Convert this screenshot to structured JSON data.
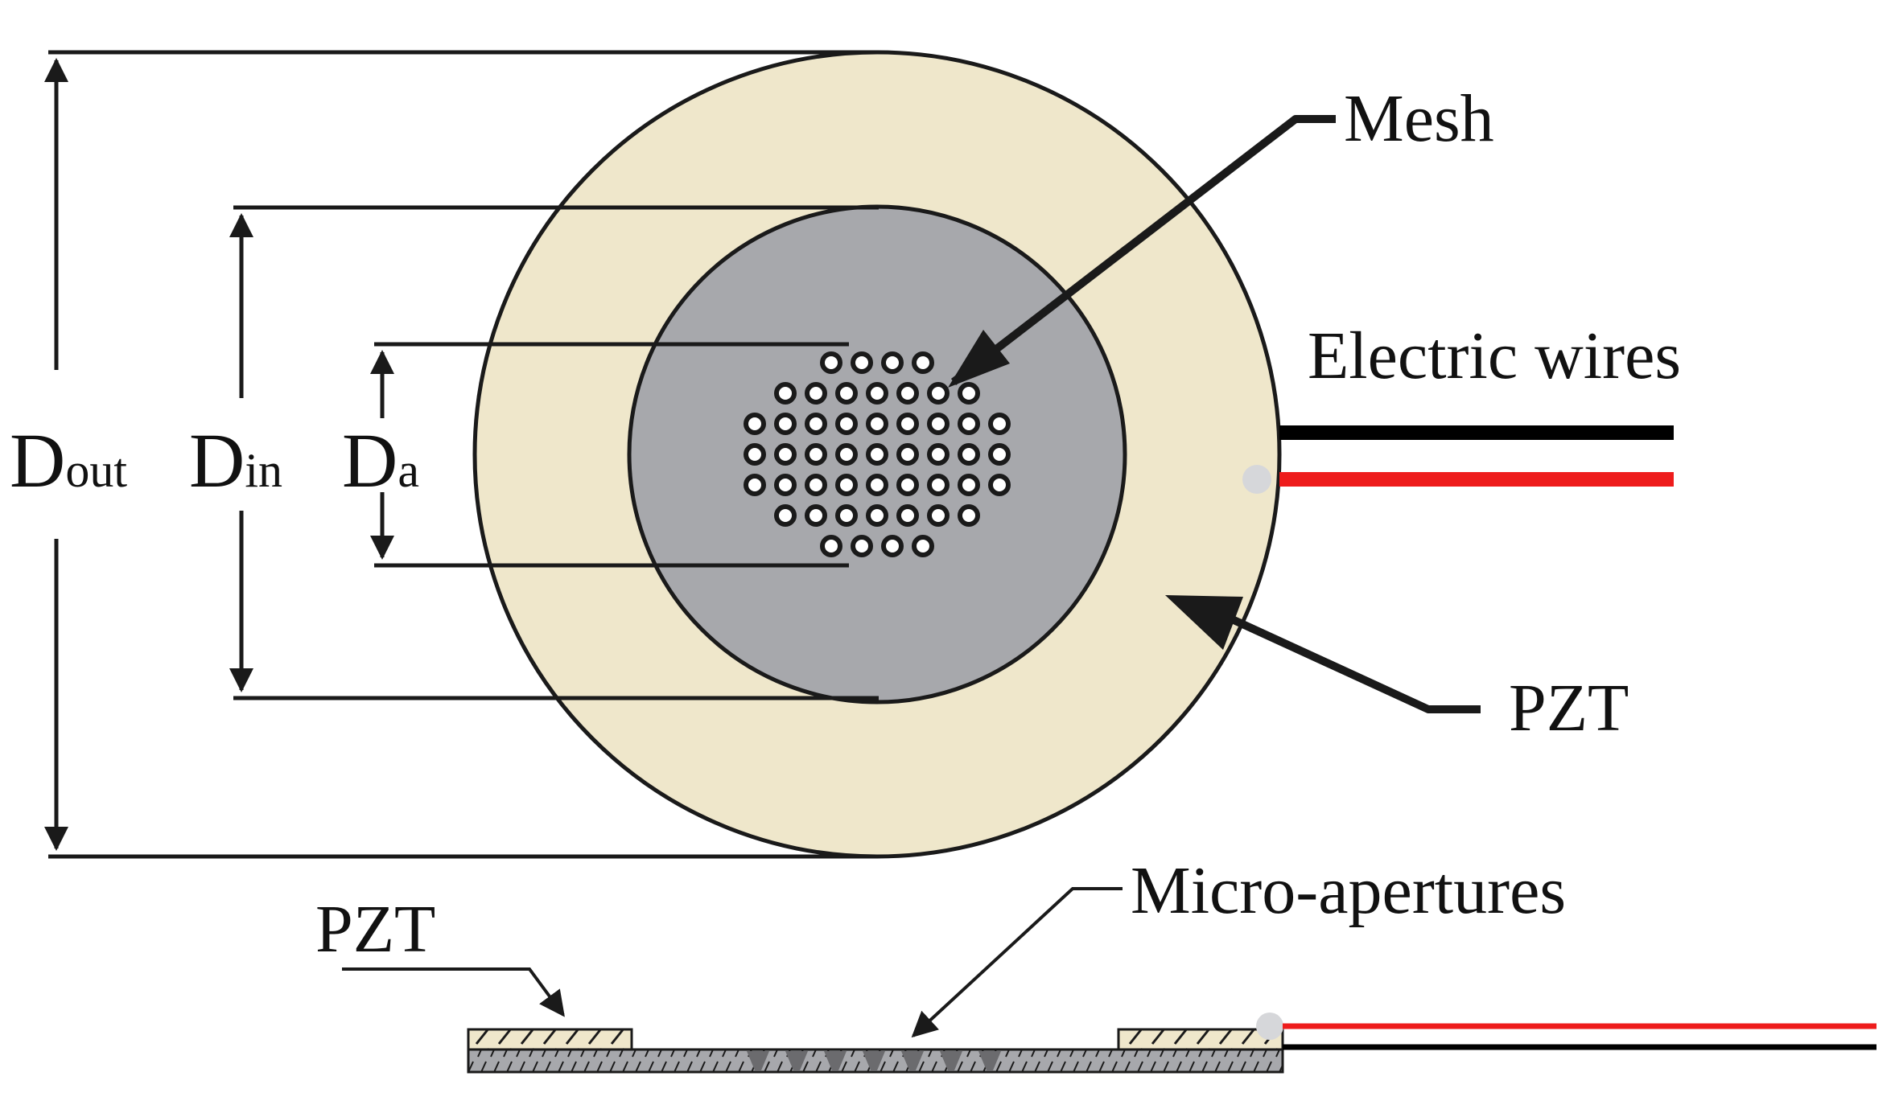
{
  "labels": {
    "mesh": "Mesh",
    "electric_wires": "Electric wires",
    "pzt_top": "PZT",
    "pzt_bottom": "PZT",
    "micro_apertures": "Micro-apertures"
  },
  "dimensions": {
    "d_out": {
      "main": "D",
      "sub": "out"
    },
    "d_in": {
      "main": "D",
      "sub": "in"
    },
    "d_a": {
      "main": "D",
      "sub": "a"
    }
  },
  "colors": {
    "pzt_ring": "#efe7cb",
    "mesh_disc": "#a7a8ac",
    "outline": "#1a1a1a",
    "wire_black": "#000000",
    "wire_red": "#ee1c1c",
    "contact_dot": "#d6d7da",
    "background": "#ffffff"
  },
  "aperture_rows": [
    4,
    7,
    9,
    9,
    9,
    7,
    4
  ]
}
